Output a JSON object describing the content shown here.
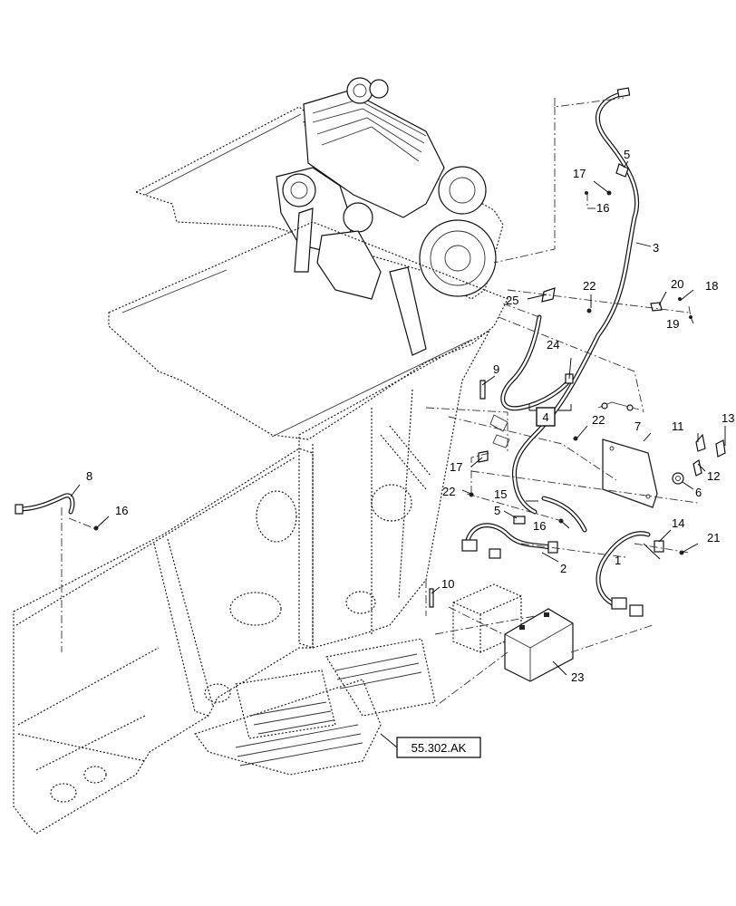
{
  "callouts": [
    {
      "id": "c1",
      "label": "1"
    },
    {
      "id": "c2",
      "label": "2"
    },
    {
      "id": "c3",
      "label": "3"
    },
    {
      "id": "c5a",
      "label": "5"
    },
    {
      "id": "c5b",
      "label": "5"
    },
    {
      "id": "c6",
      "label": "6"
    },
    {
      "id": "c7",
      "label": "7"
    },
    {
      "id": "c8",
      "label": "8"
    },
    {
      "id": "c9",
      "label": "9"
    },
    {
      "id": "c10",
      "label": "10"
    },
    {
      "id": "c11",
      "label": "11"
    },
    {
      "id": "c12",
      "label": "12"
    },
    {
      "id": "c13",
      "label": "13"
    },
    {
      "id": "c14",
      "label": "14"
    },
    {
      "id": "c15",
      "label": "15"
    },
    {
      "id": "c16a",
      "label": "16"
    },
    {
      "id": "c16b",
      "label": "16"
    },
    {
      "id": "c16c",
      "label": "16"
    },
    {
      "id": "c17a",
      "label": "17"
    },
    {
      "id": "c17b",
      "label": "17"
    },
    {
      "id": "c18",
      "label": "18"
    },
    {
      "id": "c19",
      "label": "19"
    },
    {
      "id": "c20",
      "label": "20"
    },
    {
      "id": "c21",
      "label": "21"
    },
    {
      "id": "c22a",
      "label": "22"
    },
    {
      "id": "c22b",
      "label": "22"
    },
    {
      "id": "c22c",
      "label": "22"
    },
    {
      "id": "c23",
      "label": "23"
    },
    {
      "id": "c24",
      "label": "24"
    },
    {
      "id": "c25",
      "label": "25"
    }
  ],
  "boxed_callout": {
    "label": "4"
  },
  "reference": {
    "label": "55.302.AK"
  }
}
